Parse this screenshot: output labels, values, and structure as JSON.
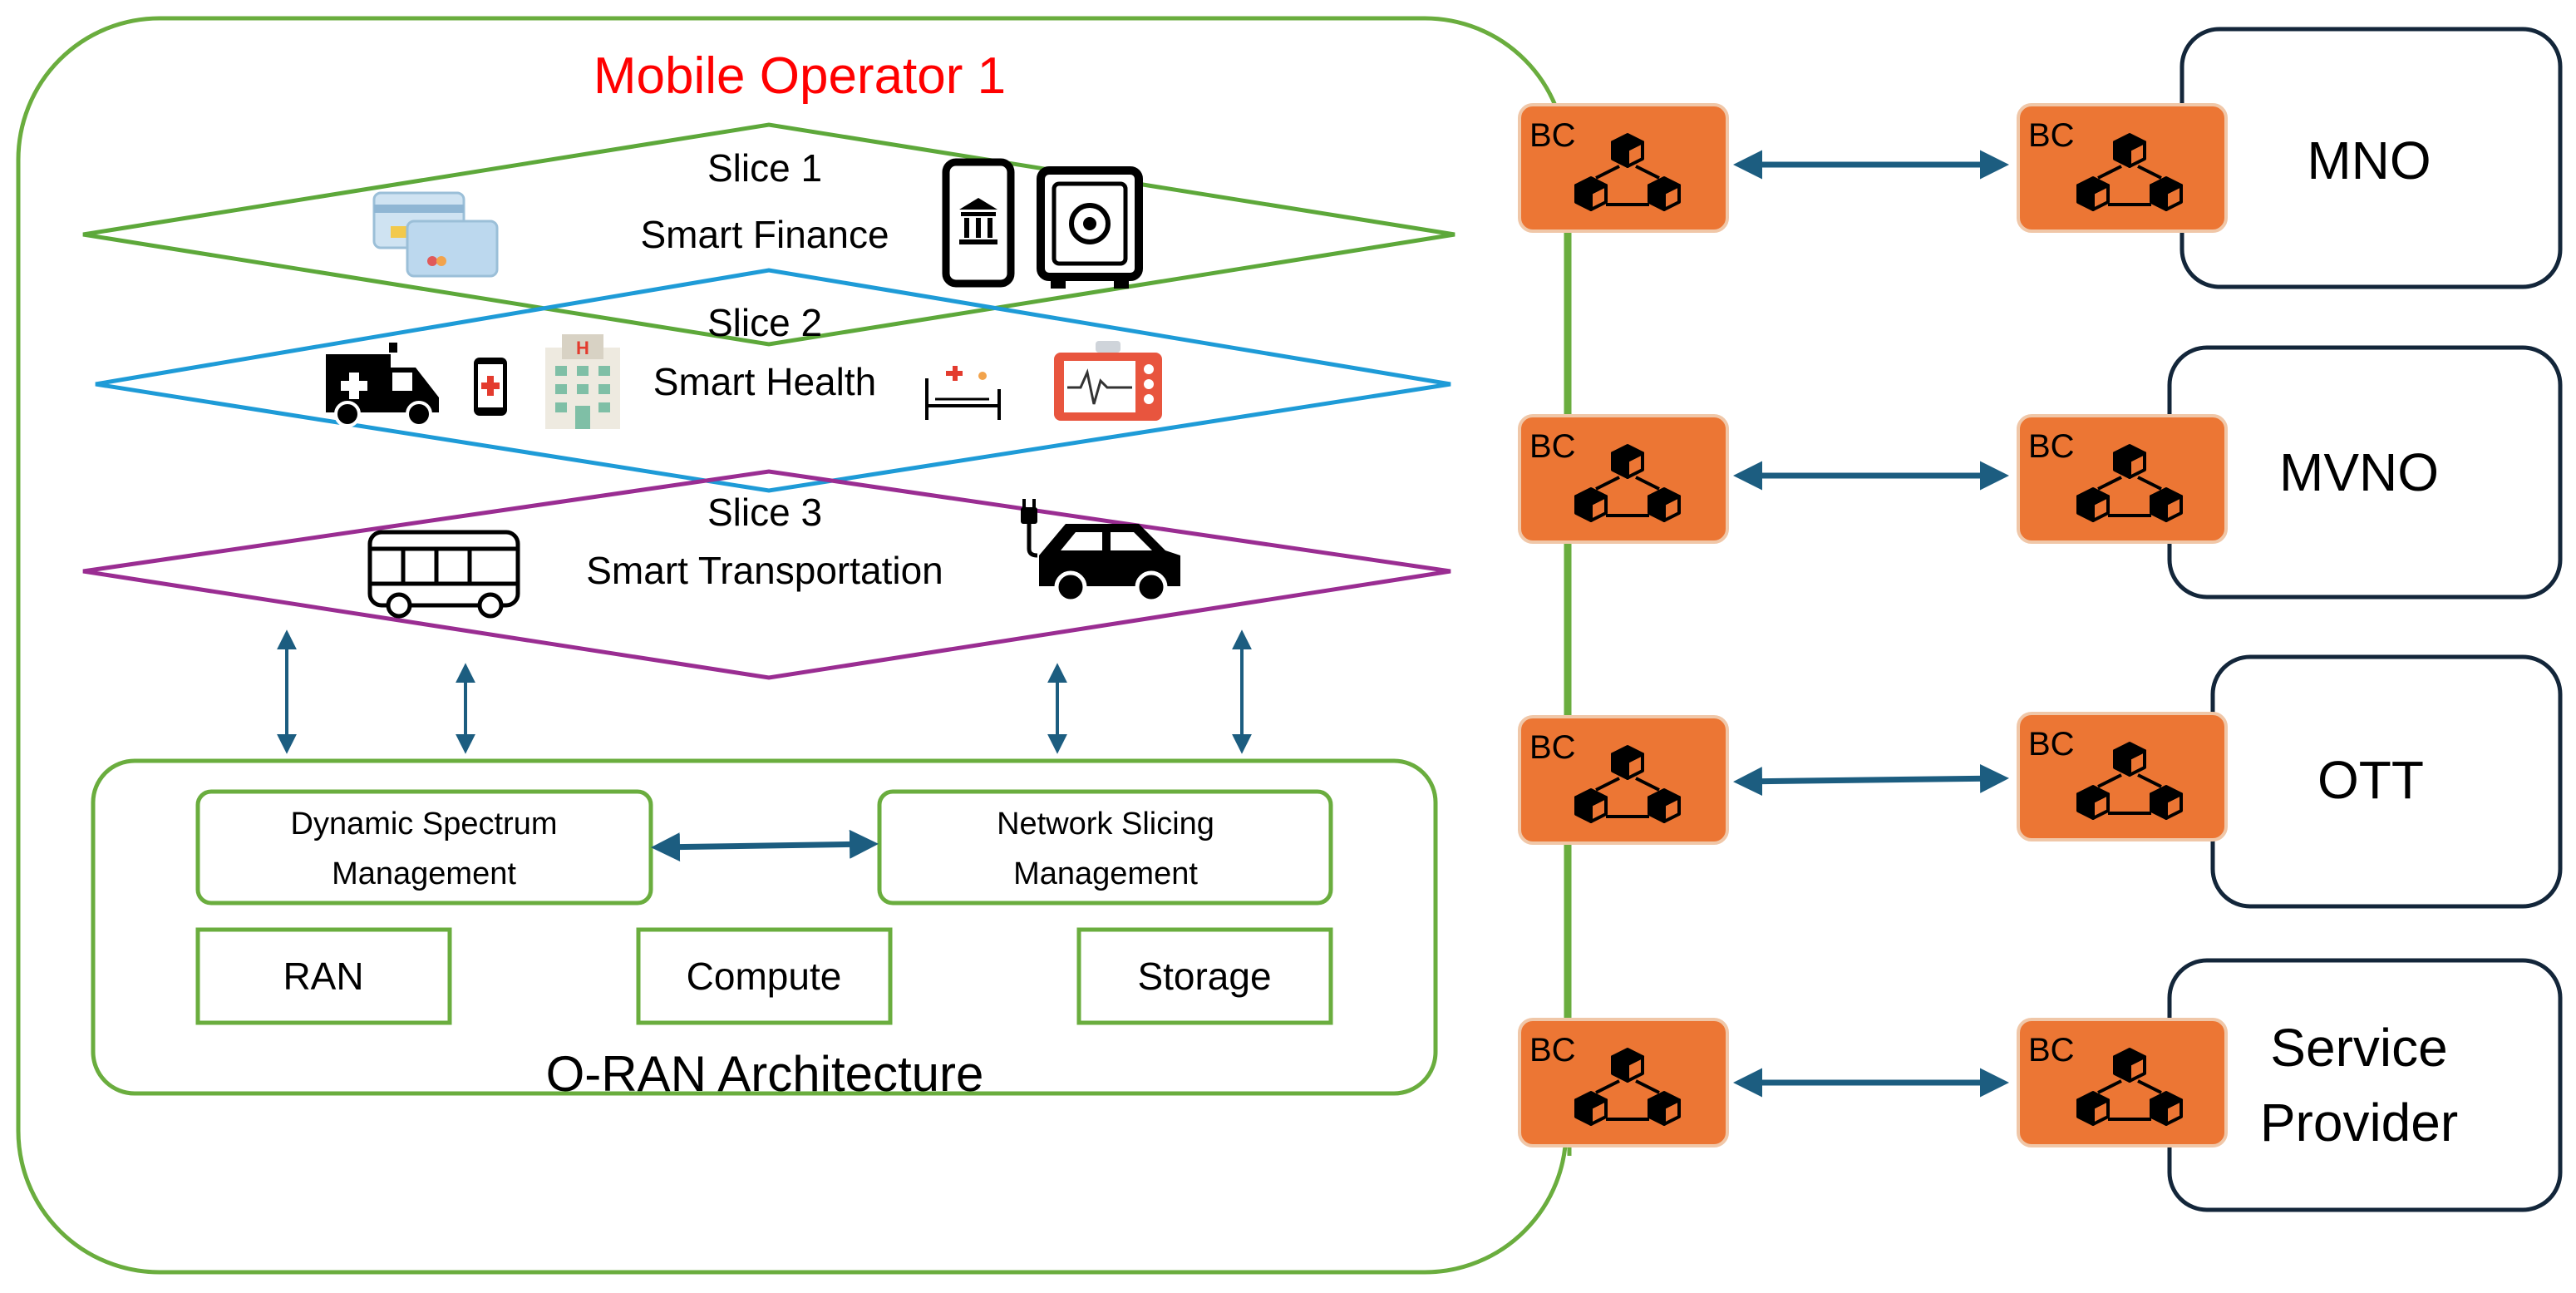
{
  "operator": {
    "title": "Mobile Operator 1"
  },
  "slices": [
    {
      "line1": "Slice 1",
      "line2": "Smart Finance"
    },
    {
      "line1": "Slice 2",
      "line2": "Smart Health"
    },
    {
      "line1": "Slice 3",
      "line2": "Smart Transportation"
    }
  ],
  "oran": {
    "title": "O-RAN Architecture",
    "dsm": {
      "line1": "Dynamic Spectrum",
      "line2": "Management"
    },
    "nsm": {
      "line1": "Network Slicing",
      "line2": "Management"
    },
    "ran": "RAN",
    "compute": "Compute",
    "storage": "Storage"
  },
  "bc_label": "BC",
  "partners": [
    {
      "line1": "MNO",
      "line2": ""
    },
    {
      "line1": "MVNO",
      "line2": ""
    },
    {
      "line1": "OTT",
      "line2": ""
    },
    {
      "line1": "Service",
      "line2": "Provider"
    }
  ],
  "colors": {
    "operator_border": "#6aad3e",
    "slice1": "#5da83a",
    "slice2": "#1e9bd7",
    "slice3": "#9a2d92",
    "arrow": "#1c5d80",
    "bc_fill": "#ec7634",
    "title_red": "#ff0000"
  },
  "icons": {
    "slice1": [
      "credit-card-icon",
      "mobile-banking-icon",
      "safe-vault-icon"
    ],
    "slice2": [
      "ambulance-icon",
      "health-app-icon",
      "hospital-icon",
      "hospital-bed-icon",
      "medical-monitor-icon"
    ],
    "slice3": [
      "bus-icon",
      "electric-car-icon"
    ],
    "bc": "blockchain-icon"
  }
}
